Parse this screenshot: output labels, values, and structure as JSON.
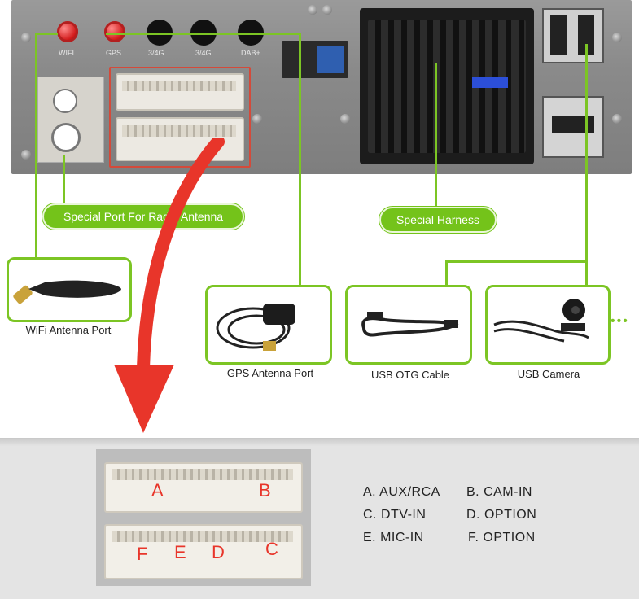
{
  "device": {
    "port_labels": [
      "WIFI",
      "GPS",
      "3/4G",
      "3/4G",
      "DAB+"
    ]
  },
  "callouts": {
    "radio_antenna": "Special Port For Radio Antenna",
    "harness": "Special Harness"
  },
  "accessories": [
    {
      "label": "WiFi Antenna Port"
    },
    {
      "label": "GPS Antenna Port"
    },
    {
      "label": "USB OTG Cable"
    },
    {
      "label": "USB Camera"
    }
  ],
  "more_indicator": "•••",
  "connector_letters": [
    "A",
    "B",
    "F",
    "E",
    "D",
    "C"
  ],
  "legend": [
    [
      "A. AUX/RCA",
      "B. CAM-IN"
    ],
    [
      "C. DTV-IN",
      "D. OPTION"
    ],
    [
      "E. MIC-IN",
      "F. OPTION"
    ]
  ],
  "colors": {
    "accent_green": "#7cc524",
    "arrow_red": "#e8352a",
    "antenna_red": "#d21a1a"
  }
}
